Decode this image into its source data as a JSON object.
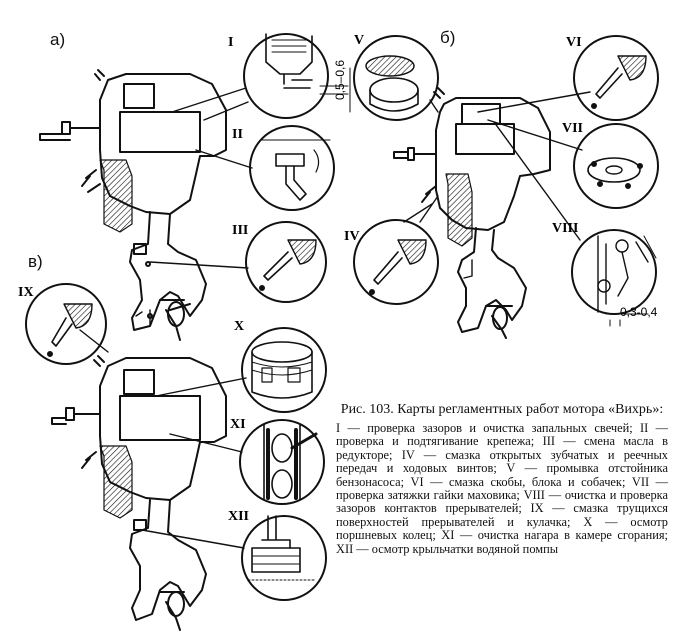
{
  "panels": {
    "a": "а)",
    "b": "б)",
    "v": "в)"
  },
  "markers": {
    "I": "I",
    "II": "II",
    "III": "III",
    "IV": "IV",
    "V": "V",
    "VI": "VI",
    "VII": "VII",
    "VIII": "VIII",
    "IX": "IX",
    "X": "X",
    "XI": "XI",
    "XII": "XII"
  },
  "dimensions": {
    "gap_plug": "0,5–0,6",
    "gap_contacts": "0,3-0,4"
  },
  "caption": {
    "title": "Рис. 103. Карты регламентных работ мотора «Вихрь»:",
    "body": "I — проверка зазоров и очистка запальных свечей; II — проверка и подтягивание крепежа; III — смена масла в редукторе; IV — смазка открытых зубчатых и реечных передач и ходовых винтов; V — промывка отстойника бензонасоса; VI — смазка скобы, блока и собачек; VII — проверка затяжки гайки маховика; VIII — очистка и проверка зазоров контактов прерывателей; IX — смазка трущихся поверхностей прерывателей и кулачка; X — осмотр поршневых колец; XI — очистка нагара в камере сгорания; XII — осмотр крыльчатки водяной помпы"
  }
}
